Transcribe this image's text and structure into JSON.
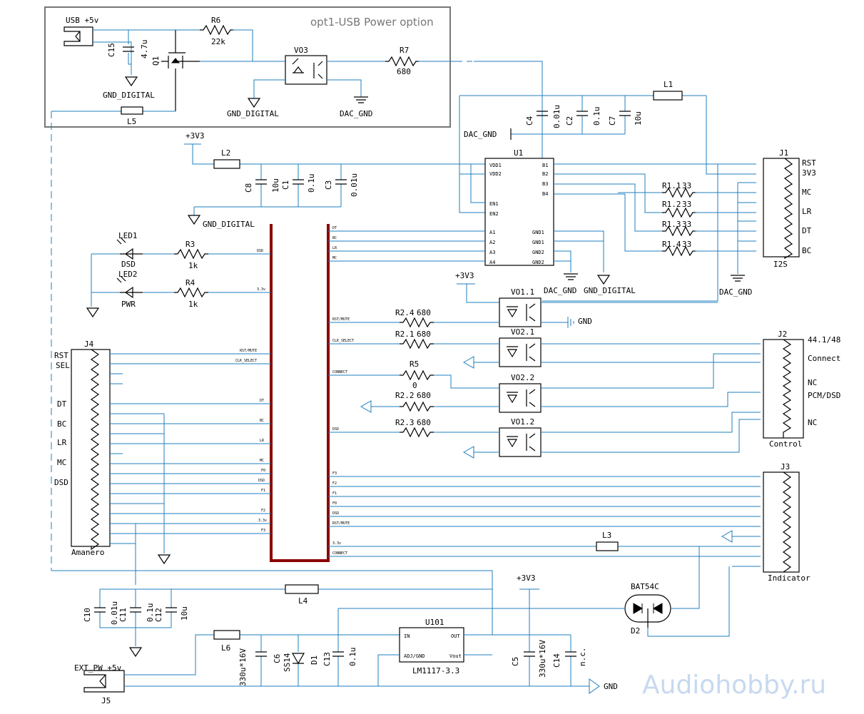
{
  "option_title": "opt1-USB Power option",
  "watermark": "Audiohobby.ru",
  "colors": {
    "wire": "#1f7fbf",
    "bus": "#8b0000",
    "option_box": "#777777",
    "watermark": "#c7d9ef"
  },
  "connectors": {
    "usb": {
      "label": "USB +5v"
    },
    "j1": {
      "ref": "J1",
      "bottom_label": "I2S",
      "pins": [
        "RST",
        "3V3",
        "MC",
        "LR",
        "DT",
        "BC"
      ]
    },
    "j2": {
      "ref": "J2",
      "bottom_label": "Control",
      "pins": [
        "44.1/48",
        "Connect",
        "NC",
        "PCM/DSD",
        "NC"
      ]
    },
    "j3": {
      "ref": "J3",
      "bottom_label": "Indicator"
    },
    "j4": {
      "ref": "J4",
      "bottom_label": "Amanero",
      "pins": [
        "RST",
        "SEL",
        "DT",
        "BC",
        "LR",
        "MC",
        "DSD"
      ]
    },
    "j5": {
      "ref": "J5",
      "label": "EXT_PW +5v"
    }
  },
  "u1": {
    "ref": "U1",
    "left": [
      "VDD1",
      "VDD2",
      "EN1",
      "EN2",
      "A1",
      "A2",
      "A3",
      "A4"
    ],
    "right": [
      "B1",
      "B2",
      "B3",
      "B4",
      "GND1",
      "GND1",
      "GND2",
      "GND2"
    ]
  },
  "u101": {
    "ref": "U101",
    "part": "LM1117-3.3",
    "pins": [
      "IN",
      "OUT",
      "ADJ/GND",
      "Vout"
    ]
  },
  "parts": {
    "r6": {
      "ref": "R6",
      "val": "22k"
    },
    "r7": {
      "ref": "R7",
      "val": "680"
    },
    "vo3": {
      "ref": "VO3"
    },
    "q1": {
      "ref": "Q1"
    },
    "c15": {
      "ref": "C15",
      "val": "4.7u"
    },
    "l5": {
      "ref": "L5"
    },
    "l1": {
      "ref": "L1"
    },
    "l2": {
      "ref": "L2"
    },
    "l3": {
      "ref": "L3"
    },
    "l4": {
      "ref": "L4"
    },
    "l6": {
      "ref": "L6"
    },
    "c4": {
      "ref": "C4",
      "val": "0.01u"
    },
    "c2": {
      "ref": "C2",
      "val": "0.1u"
    },
    "c7": {
      "ref": "C7",
      "val": "10u"
    },
    "c8": {
      "ref": "C8",
      "val": "10u"
    },
    "c1": {
      "ref": "C1",
      "val": "0.1u"
    },
    "c3": {
      "ref": "C3",
      "val": "0.01u"
    },
    "r11": {
      "ref": "R1.1",
      "val": "33"
    },
    "r12": {
      "ref": "R1.2",
      "val": "33"
    },
    "r13": {
      "ref": "R1.3",
      "val": "33"
    },
    "r14": {
      "ref": "R1.4",
      "val": "33"
    },
    "led1": {
      "ref": "LED1",
      "name": "DSD"
    },
    "led2": {
      "ref": "LED2",
      "name": "PWR"
    },
    "r3": {
      "ref": "R3",
      "val": "1k"
    },
    "r4": {
      "ref": "R4",
      "val": "1k"
    },
    "vo11": {
      "ref": "VO1.1"
    },
    "vo21": {
      "ref": "VO2.1"
    },
    "vo22": {
      "ref": "VO2.2"
    },
    "vo12": {
      "ref": "VO1.2"
    },
    "r24": {
      "ref": "R2.4",
      "val": "680"
    },
    "r21": {
      "ref": "R2.1",
      "val": "680"
    },
    "r5": {
      "ref": "R5",
      "val": "0"
    },
    "r22": {
      "ref": "R2.2",
      "val": "680"
    },
    "r23": {
      "ref": "R2.3",
      "val": "680"
    },
    "c10": {
      "ref": "C10",
      "val": "0.01u"
    },
    "c11": {
      "ref": "C11",
      "val": "0.1u"
    },
    "c12": {
      "ref": "C12",
      "val": "10u"
    },
    "c6": {
      "ref": "C6",
      "val": "330u*16V"
    },
    "d1": {
      "ref": "D1",
      "val": "SS14"
    },
    "c13": {
      "ref": "C13",
      "val": "0.1u"
    },
    "c5": {
      "ref": "C5",
      "val": "330u*16V"
    },
    "c14": {
      "ref": "C14",
      "val": "n.c."
    },
    "d2": {
      "ref": "D2",
      "val": "BAT54C"
    }
  },
  "power": {
    "v33": "+3V3",
    "gnd_digital": "GND_DIGITAL",
    "dac_gnd": "DAC_GND",
    "gnd": "GND"
  },
  "nets": {
    "bus_left": [
      "DSD",
      "3.3v",
      "RST/MUTE",
      "CLK_SELECT",
      "DT",
      "BC",
      "LR",
      "MC",
      "F0",
      "DSD",
      "F1",
      "F2",
      "3.3v",
      "F3"
    ],
    "bus_right": [
      "DT",
      "BC",
      "LR",
      "MC",
      "RST/MUTE",
      "CLK_SELECT",
      "CONNECT",
      "DSD",
      "F3",
      "F2",
      "F1",
      "F0",
      "DSD",
      "RST/MUTE",
      "3.3v",
      "CONNECT"
    ]
  }
}
